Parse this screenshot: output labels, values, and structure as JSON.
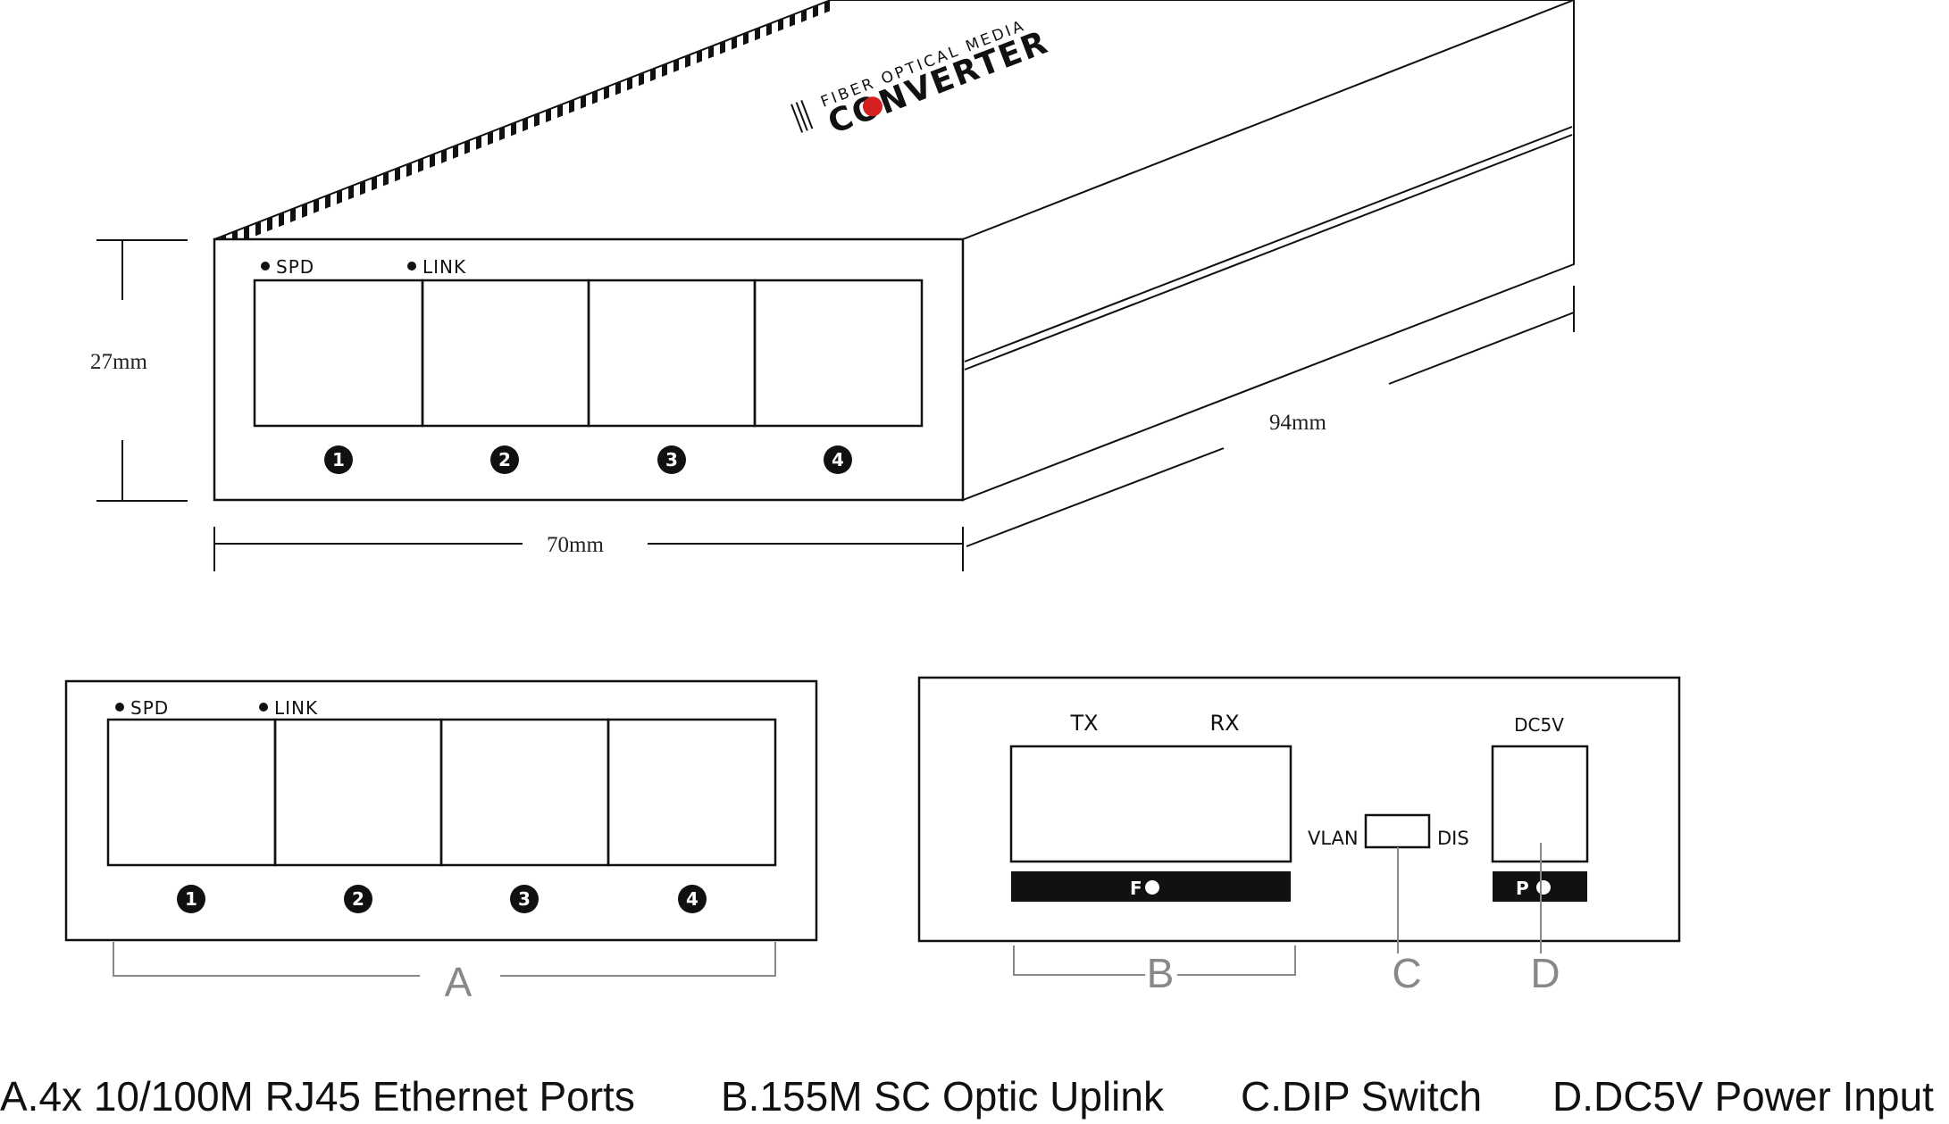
{
  "dimensions": {
    "height": "27mm",
    "width": "70mm",
    "depth": "94mm"
  },
  "device_top": {
    "brand_line1": "FIBER OPTICAL MEDIA",
    "brand_line2": "CONVERTER"
  },
  "front_panel": {
    "led_spd": "SPD",
    "led_link": "LINK",
    "ports": [
      "1",
      "2",
      "3",
      "4"
    ]
  },
  "rear_panel": {
    "tx": "TX",
    "rx": "RX",
    "fiber_led": "F",
    "vlan": "VLAN",
    "dis": "DIS",
    "dc": "DC5V",
    "power_led": "P"
  },
  "callouts": {
    "a": "A",
    "b": "B",
    "c": "C",
    "d": "D"
  },
  "legend": {
    "a": "A.4x 10/100M RJ45 Ethernet Ports",
    "b": "B.155M SC Optic Uplink",
    "c": "C.DIP Switch",
    "d": "D.DC5V Power Input"
  },
  "colors": {
    "line": "#111111",
    "callout": "#888888",
    "accent": "#d42020"
  }
}
